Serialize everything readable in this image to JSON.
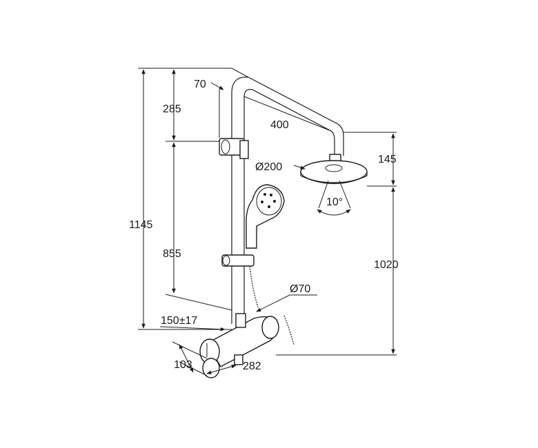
{
  "dimensions": {
    "total_height": "1145",
    "upper_rail": "285",
    "slider_to_valve": "855",
    "arm_offset": "70",
    "arm_length": "400",
    "head_diameter": "Ø200",
    "head_height": "145",
    "tilt_angle": "10°",
    "head_to_valve": "1020",
    "inlet_diameter": "Ø70",
    "wall_distance": "150±17",
    "valve_depth": "103",
    "valve_width": "282"
  }
}
